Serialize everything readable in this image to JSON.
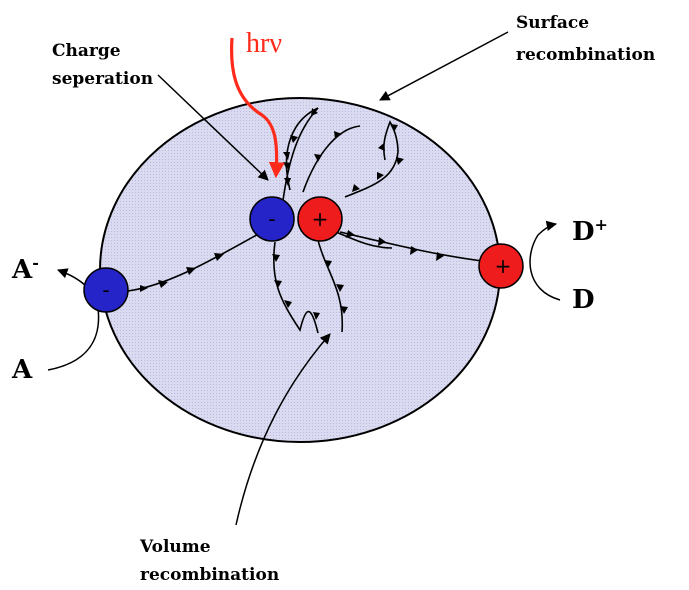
{
  "labels": {
    "charge_separation": [
      "Charge",
      "seperation"
    ],
    "surface_recombination": [
      "Surface",
      "recombination"
    ],
    "volume_recombination": [
      "Volume",
      "recombination"
    ],
    "photon": "hrν",
    "acceptor": "A",
    "acceptor_ion_base": "A",
    "acceptor_ion_sup": "-",
    "donor": "D",
    "donor_ion_base": "D",
    "donor_ion_sup": "+"
  },
  "particles": {
    "electron_sign": "-",
    "hole_sign": "+"
  },
  "colors": {
    "particle_body": "#dcdcf2",
    "electron": "#2424c8",
    "hole": "#ee1c1c",
    "photon_arrow": "#ff2a1a",
    "lines": "#000000"
  }
}
